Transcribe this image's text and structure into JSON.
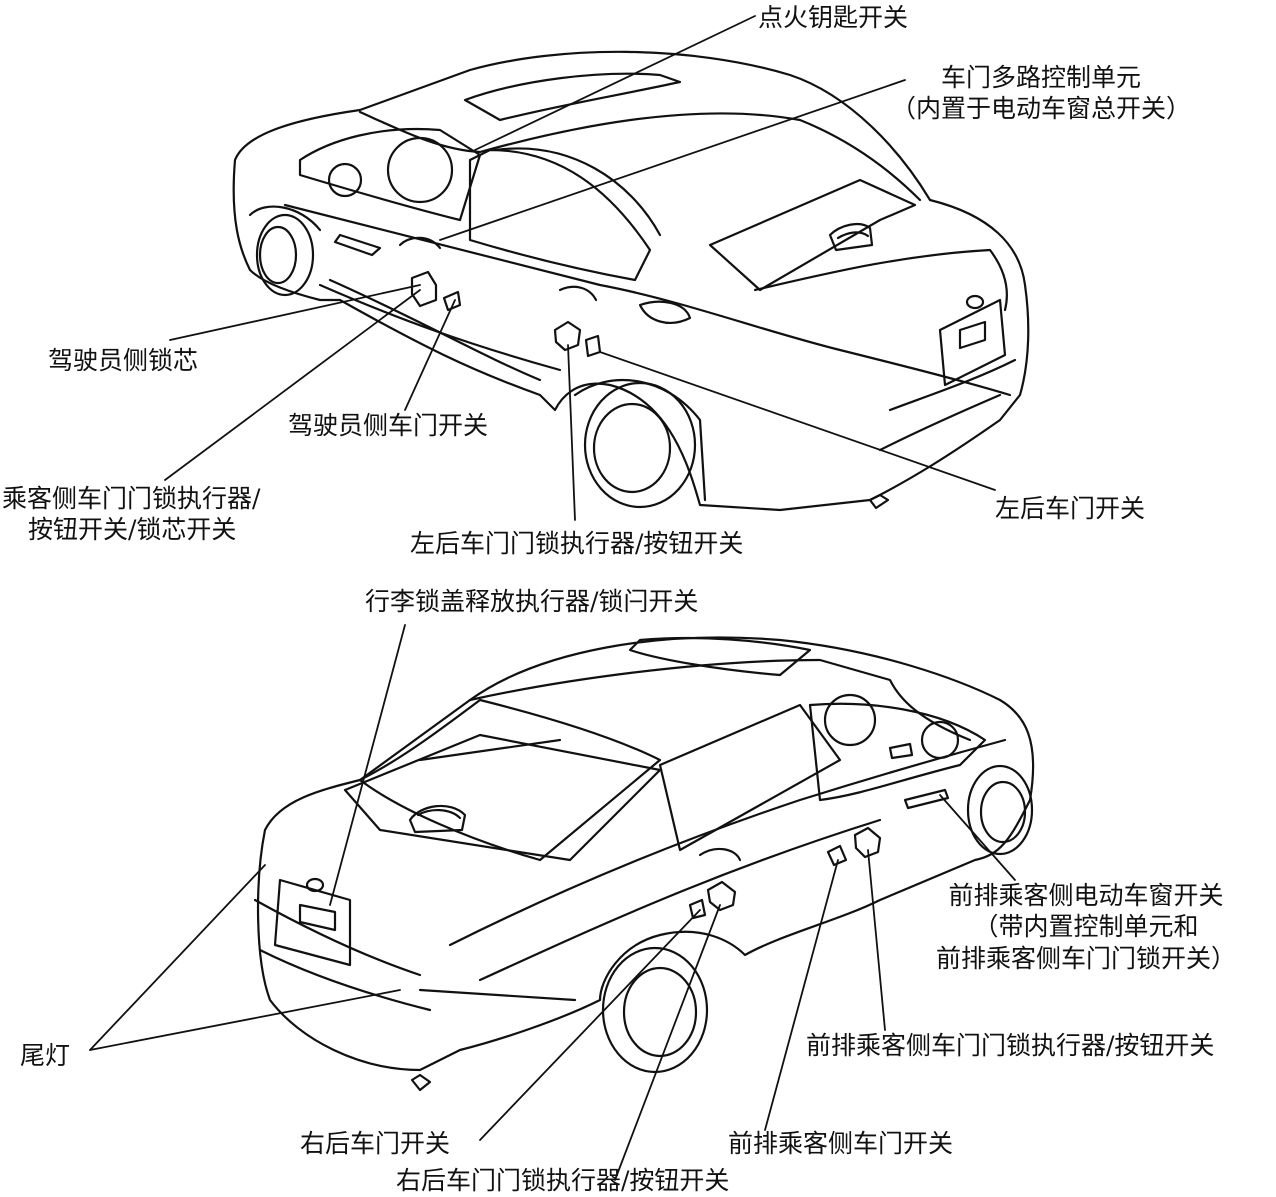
{
  "labels": {
    "ignition_key_switch": "点火钥匙开关",
    "door_multiplex_unit_1": "车门多路控制单元",
    "door_multiplex_unit_2": "（内置于电动车窗总开关）",
    "driver_lock_cylinder": "驾驶员侧锁芯",
    "driver_door_switch": "驾驶员侧车门开关",
    "passenger_actuator_1": "乘客侧车门门锁执行器/",
    "passenger_actuator_2": "按钮开关/锁芯开关",
    "left_rear_actuator": "左后车门门锁执行器/按钮开关",
    "left_rear_door_switch": "左后车门开关",
    "trunk_release": "行李锁盖释放执行器/锁闩开关",
    "front_power_window_1": "前排乘客侧电动车窗开关",
    "front_power_window_2": "（带内置控制单元和",
    "front_power_window_3": "前排乘客侧车门门锁开关）",
    "tail_light": "尾灯",
    "front_passenger_actuator": "前排乘客侧车门门锁执行器/按钮开关",
    "right_rear_door_switch": "右后车门开关",
    "front_passenger_door_switch": "前排乘客侧车门开关",
    "right_rear_actuator": "右后车门门锁执行器/按钮开关"
  },
  "colors": {
    "line": "#111111",
    "background": "#ffffff"
  }
}
